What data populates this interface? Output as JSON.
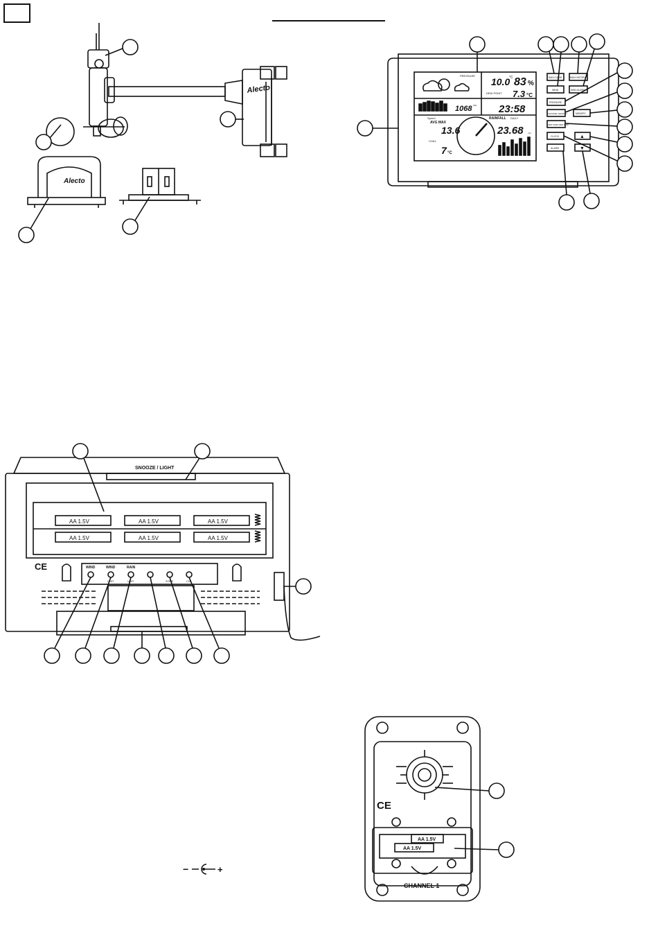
{
  "station_top": {
    "brand": "Alecto",
    "lcd": {
      "pressure_label": "PRESSURE",
      "temp_in": "10.0",
      "temp_unit": "°C",
      "humidity": "83",
      "humidity_unit": "%",
      "dew_point_label": "DEW POINT",
      "dew_value": "7.3",
      "dew_unit": "°C",
      "pressure_value": "1068",
      "pressure_unit": "hPa",
      "clock": "23:58",
      "wind_speed_label": "Speed",
      "avg_max_label": "AVG MAX",
      "wind_value": "13.6",
      "chill_label": "CHILL",
      "wind_chill_value": "7",
      "wind_chill_unit": "°C",
      "rainfall_label": "RAINFALL",
      "daily_label": "DAILY",
      "rain_value": "23.68",
      "rain_unit": "mm"
    },
    "buttons": {
      "rain_clear": "RAIN CLEAR",
      "wind": "WIND",
      "rain_history": "RAIN HISTORY",
      "wind_alarm": "WIND ALARM",
      "pressure": "PRESSURE",
      "channel_search": "CHANNEL SEARCH",
      "memory": "MEMORY",
      "heat_index": "HEAT INDEX DEW POINT",
      "up": "▲",
      "clock": "CLOCK",
      "down": "▼",
      "alarm": "ALARM"
    }
  },
  "station_back": {
    "snooze_light": "SNOOZE / LIGHT",
    "battery_label": "AA 1.5V",
    "ce": "CE",
    "slide_switches": [
      {
        "top": "WIND",
        "bottom": ""
      },
      {
        "top": "WIND",
        "bottom": "UNIT"
      },
      {
        "top": "RAIN",
        "bottom": "UNIT"
      },
      {
        "top": "",
        "bottom": ""
      },
      {
        "top": "",
        "bottom": "ZONE"
      },
      {
        "top": "",
        "bottom": "CH"
      }
    ]
  },
  "sensor": {
    "brand": "Alecto",
    "battery_label": "AA 1.5V",
    "ce": "CE",
    "channel_label": "CHANNEL 1"
  },
  "adapter_polarity": {
    "minus": "−",
    "plus": "+"
  }
}
